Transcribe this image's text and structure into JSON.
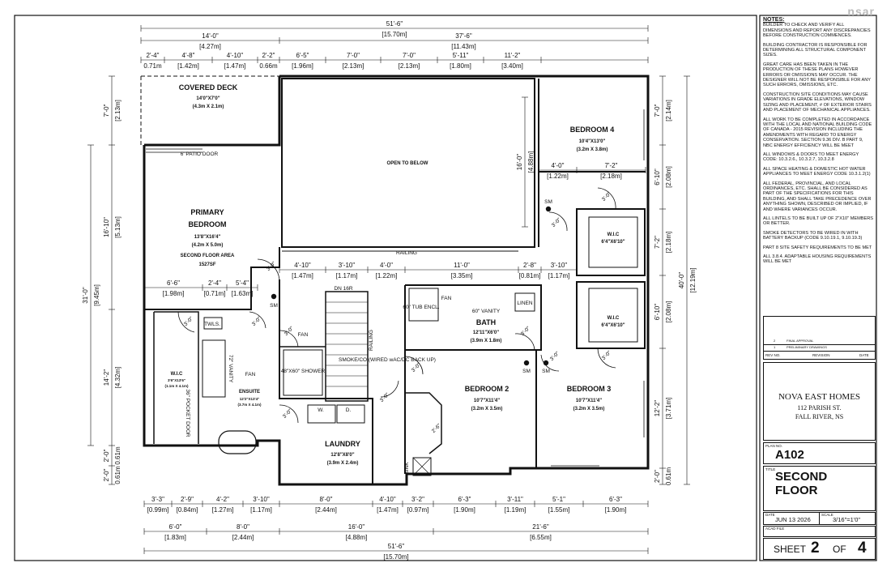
{
  "brand": {
    "logo_text": "nsar"
  },
  "plan": {
    "overall_top": {
      "ft": "51'-6\"",
      "m": "[15.70m]"
    },
    "top_row2": [
      {
        "ft": "14'-0\"",
        "m": "[4.27m]"
      },
      {
        "ft": "37'-6\"",
        "m": "[11.43m]"
      }
    ],
    "top_row3": [
      {
        "ft": "2'-4\"",
        "m": "0.71m"
      },
      {
        "ft": "4'-8\"",
        "m": "[1.42m]"
      },
      {
        "ft": "4'-10\"",
        "m": "[1.47m]"
      },
      {
        "ft": "2'-2\"",
        "m": "0.66m"
      },
      {
        "ft": "6'-5\"",
        "m": "[1.96m]"
      },
      {
        "ft": "7'-0\"",
        "m": "[2.13m]"
      },
      {
        "ft": "7'-0\"",
        "m": "[2.13m]"
      },
      {
        "ft": "5'-11\"",
        "m": "[1.80m]"
      },
      {
        "ft": "11'-2\"",
        "m": "[3.40m]"
      }
    ],
    "bottom_row1": [
      {
        "ft": "3'-3\"",
        "m": "[0.99m]"
      },
      {
        "ft": "2'-9\"",
        "m": "[0.84m]"
      },
      {
        "ft": "4'-2\"",
        "m": "[1.27m]"
      },
      {
        "ft": "3'-10\"",
        "m": "[1.17m]"
      },
      {
        "ft": "8'-0\"",
        "m": "[2.44m]"
      },
      {
        "ft": "4'-10\"",
        "m": "[1.47m]"
      },
      {
        "ft": "3'-2\"",
        "m": "[0.97m]"
      },
      {
        "ft": "6'-3\"",
        "m": "[1.90m]"
      },
      {
        "ft": "3'-11\"",
        "m": "[1.19m]"
      },
      {
        "ft": "5'-1\"",
        "m": "[1.55m]"
      },
      {
        "ft": "6'-3\"",
        "m": "[1.90m]"
      }
    ],
    "bottom_row2": [
      {
        "ft": "6'-0\"",
        "m": "[1.83m]"
      },
      {
        "ft": "8'-0\"",
        "m": "[2.44m]"
      },
      {
        "ft": "16'-0\"",
        "m": "[4.88m]"
      },
      {
        "ft": "21'-6\"",
        "m": "[6.55m]"
      }
    ],
    "overall_bottom": {
      "ft": "51'-6\"",
      "m": "[15.70m]"
    },
    "left_outer": {
      "ft": "31'-0\"",
      "m": "[9.45m]"
    },
    "left_inner": [
      {
        "ft": "7'-0\"",
        "m": "[2.13m]"
      },
      {
        "ft": "16'-10\"",
        "m": "[5.13m]"
      },
      {
        "ft": "14'-2\"",
        "m": "[4.32m]"
      },
      {
        "ft": "2'-0\"",
        "m": "0.61m"
      },
      {
        "ft": "2'-0\"",
        "m": "0.61m"
      }
    ],
    "right_outer": {
      "ft": "40'-0\"",
      "m": "[12.19m]"
    },
    "right_inner": [
      {
        "ft": "7'-0\"",
        "m": "[2.14m]"
      },
      {
        "ft": "6'-10\"",
        "m": "[2.08m]"
      },
      {
        "ft": "7'-2\"",
        "m": "[2.18m]"
      },
      {
        "ft": "6'-10\"",
        "m": "[2.08m]"
      },
      {
        "ft": "12'-2\"",
        "m": "[3.71m]"
      },
      {
        "ft": "2'-0\"",
        "m": "0.61m"
      }
    ],
    "interior_row": [
      {
        "ft": "4'-10\"",
        "m": "[1.47m]"
      },
      {
        "ft": "3'-10\"",
        "m": "[1.17m]"
      },
      {
        "ft": "4'-0\"",
        "m": "[1.22m]"
      },
      {
        "ft": "11'-0\"",
        "m": "[3.35m]"
      },
      {
        "ft": "2'-8\"",
        "m": "[0.81m]"
      },
      {
        "ft": "3'-10\"",
        "m": "[1.17m]"
      }
    ],
    "primary_row": [
      {
        "ft": "6'-6\"",
        "m": "[1.98m]"
      },
      {
        "ft": "2'-4\"",
        "m": "[0.71m]"
      },
      {
        "ft": "5'-4\"",
        "m": "[1.63m]"
      }
    ],
    "bedroom4_row": [
      {
        "ft": "4'-0\"",
        "m": "[1.22m]"
      },
      {
        "ft": "7'-2\"",
        "m": "[2.18m]"
      }
    ],
    "open_vert": {
      "ft": "16'-0\"",
      "m": "[4.88m]"
    },
    "rooms": {
      "covered_deck": {
        "name": "COVERED DECK",
        "size": "14'0\"X7'0\"",
        "metric": "(4.3m X 2.1m)"
      },
      "open_to_below": {
        "name": "OPEN TO BELOW"
      },
      "bedroom4": {
        "name": "BEDROOM 4",
        "size": "10'4\"X13'0\"",
        "metric": "(3.2m X 3.8m)"
      },
      "primary": {
        "name1": "PRIMARY",
        "name2": "BEDROOM",
        "size": "13'8\"X16'4\"",
        "metric": "(4.2m X 5.0m)",
        "area_label": "SECOND FLOOR AREA",
        "area": "1527SF"
      },
      "wic_a": {
        "name": "W.I.C",
        "size": "6'4\"X6'10\""
      },
      "wic_b": {
        "name": "W.I.C",
        "size": "6'4\"X6'10\""
      },
      "wic_primary": {
        "name": "W.I.C",
        "size": "3'6\"X13'6\"",
        "metric": "(1.1m X 4.1m)"
      },
      "ensuite": {
        "name": "ENSUITE",
        "size": "12'2\"X13'4\"",
        "metric": "(3.7m X 4.1m)"
      },
      "bath": {
        "name": "BATH",
        "size": "12'11\"X6'0\"",
        "metric": "(3.9m X 1.8m)"
      },
      "bedroom2": {
        "name": "BEDROOM 2",
        "size": "10'7\"X11'4\"",
        "metric": "(3.2m X 3.5m)"
      },
      "bedroom3": {
        "name": "BEDROOM 3",
        "size": "10'7\"X11'4\"",
        "metric": "(3.2m X 3.5m)"
      },
      "laundry": {
        "name": "LAUNDRY",
        "size": "12'8\"X8'0\"",
        "metric": "(3.9m X 2.4m)"
      }
    },
    "labels": {
      "patio_door": "6' PATIO DOOR",
      "railing_top": "RAILING",
      "railing_side": "RAILING",
      "dn": "DN 16R",
      "tub": "60\" TUB ENCL.",
      "vanity_bath": "60\" VANITY",
      "linen": "LINEN",
      "shower": "48\"X60\" SHOWER",
      "vanity_ens": "72\" VANITY",
      "pocket_door": "36\" POCKET DOOR",
      "twls": "TWLS.",
      "fan": "FAN",
      "sm": "SM",
      "smoke": "SMOKE/CO (WIRED wAC/DC BACK UP)",
      "washer": "W.",
      "dryer": "D.",
      "sink": "SINK",
      "door30": "3'-0\"",
      "door26": "2'-6\""
    }
  },
  "notes": {
    "heading": "NOTES:",
    "items": [
      "BUILDER TO CHECK AND VERIFY ALL DIMENSIONS AND REPORT ANY DISCREPANCIES BEFORE CONSTRUCTION COMMENCES.",
      "BUILDING CONTRACTOR IS RESPONSIBLE FOR DETERMINING ALL STRUCTURAL COMPONENT SIZES.",
      "GREAT CARE HAS BEEN TAKEN IN THE PRODUCTION OF THESE PLANS HOWEVER ERRORS OR OMISSIONS MAY OCCUR. THE DESIGNER WILL NOT BE RESPONSIBLE FOR ANY SUCH ERRORS, OMISSIONS, ETC.",
      "CONSTRUCTION SITE CONDITIONS MAY CAUSE VARIATIONS IN GRADE ELEVATIONS, WINDOW SIZING AND PLACEMENT, # OF EXTERIOR STAIRS AND PLACEMENT OF MECHANICAL APPLIANCES.",
      "ALL WORK TO BE COMPLETED IN ACCORDANCE WITH THE LOCAL AND NATIONAL BUILDING CODE OF CANADA - 2015 REVISION INCLUDING THE AMENDMENTS WITH REGARD TO ENERGY CONSERVATION. SECTION 9.36 DIV. B PART 9, NBC ENERGY EFFICIENCY WILL BE MEET",
      "ALL WINDOWS & DOORS TO MEET ENERGY CODE: 10.3.2.6., 10.3.2.7, 10.3.2.8",
      "ALL SPACE HEATING & DOMESTIC HOT WATER APPLIANCES TO MEET ENERGY CODE 10.3.1.2(1)",
      "ALL FEDERAL, PROVINCIAL, AND LOCAL ORDINANCES, ETC. SHALL BE CONSIDERED AS PART OF THE SPECIFICATIONS FOR THIS BUILDING, AND SHALL TAKE PRECEDENCE OVER ANYTHING SHOWN, DESCRIBED OR IMPLIED, IF AND WHERE VARIANCES OCCUR.",
      "ALL LINTELS TO BE BUILT UP OF 2\"X10\" MEMBERS OR BETTER.",
      "SMOKE DETECTORS TO BE WIRED IN WITH BATTERY BACKUP (CODE 9.10.19.1, 9.10.19.3)",
      "PART 8 SITE SAFETY REQUIREMENTS TO BE MET",
      "ALL 3.8.4. ADAPTABLE HOUSING REQUIREMENTS WILL BE MET"
    ]
  },
  "revisions": {
    "rows": [
      {
        "no": "2",
        "text": "FINAL APPROVAL"
      },
      {
        "no": "1",
        "text": "PRELIMINARY DRAWINGS"
      }
    ],
    "col_no": "REV NO.",
    "col_rev": "REVISION",
    "col_date": "DATE"
  },
  "company": {
    "name": "NOVA EAST HOMES",
    "addr1": "112 PARISH ST.",
    "addr2": "FALL RIVER, NS"
  },
  "plan_no": {
    "label": "PLAN NO.",
    "value": "A102"
  },
  "title_block": {
    "label": "TITLE",
    "line1": "SECOND",
    "line2": "FLOOR"
  },
  "date": {
    "label": "DATE",
    "value": "JUN 13 2026"
  },
  "scale": {
    "label": "SCALE",
    "value": "3/16\"=1'0\""
  },
  "acad": {
    "label": "ACAD FILE"
  },
  "sheet": {
    "word": "SHEET",
    "num": "2",
    "of": "OF",
    "total": "4"
  }
}
